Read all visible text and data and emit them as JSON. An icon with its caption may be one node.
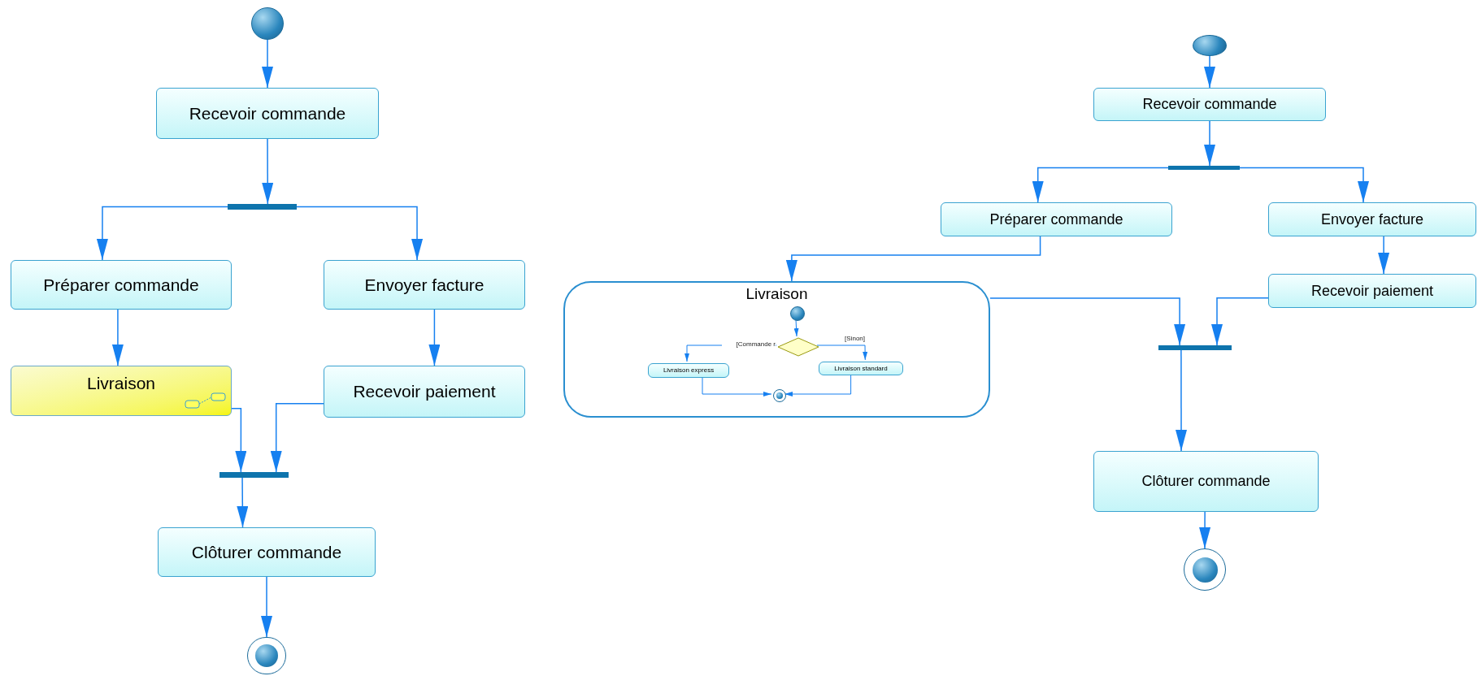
{
  "diagram": {
    "nodes": [
      {
        "text": [],
        "shape": "circle"
      },
      {
        "text": [
          "Recevoir commande"
        ]
      },
      {
        "text": [],
        "shape": "bar"
      },
      {
        "text": [
          "Préparer commande"
        ]
      },
      {
        "text": [
          "Envoyer facture"
        ]
      },
      {
        "text": [
          "Livraison"
        ]
      },
      {
        "text": [
          "Recevoir paiement"
        ]
      },
      {
        "text": [],
        "shape": "bar"
      },
      {
        "text": [
          "Clôturer commande"
        ]
      },
      {
        "text": [],
        "shape": "bullseye"
      },
      {
        "text": [],
        "shape": "circle"
      },
      {
        "text": [
          "Recevoir commande"
        ]
      },
      {
        "text": [],
        "shape": "bar"
      },
      {
        "text": [
          "Préparer commande"
        ]
      },
      {
        "text": [
          "Envoyer facture"
        ]
      },
      {
        "text": [
          "Livraison"
        ]
      },
      {
        "text": [],
        "shape": "circle",
        "in": 15
      },
      {
        "text": [],
        "shape": "diamond",
        "in": 15
      },
      {
        "text": [
          "Livraison express"
        ],
        "in": 15
      },
      {
        "text": [
          "Livraison standard"
        ],
        "in": 15
      },
      {
        "text": [],
        "shape": "bullseye",
        "in": 15
      },
      {
        "text": [
          "Recevoir paiement"
        ]
      },
      {
        "text": [],
        "shape": "bar"
      },
      {
        "text": [
          "Clôturer commande"
        ]
      },
      {
        "text": [],
        "shape": "bullseye"
      }
    ],
    "edges": [
      {
        "from": 0,
        "to": 1,
        "arrow": "to"
      },
      {
        "from": 1,
        "to": 2,
        "arrow": "to"
      },
      {
        "from": 2,
        "to": 3,
        "arrow": "to"
      },
      {
        "from": 2,
        "to": 4,
        "arrow": "to"
      },
      {
        "from": 3,
        "to": 5,
        "arrow": "to"
      },
      {
        "from": 4,
        "to": 6,
        "arrow": "to"
      },
      {
        "from": 5,
        "to": 7,
        "arrow": "to"
      },
      {
        "from": 6,
        "to": 7,
        "arrow": "to"
      },
      {
        "from": 7,
        "to": 8,
        "arrow": "to"
      },
      {
        "from": 8,
        "to": 9,
        "arrow": "to"
      },
      {
        "from": 10,
        "to": 11,
        "arrow": "to"
      },
      {
        "from": 11,
        "to": 12,
        "arrow": "to"
      },
      {
        "from": 12,
        "to": 13,
        "arrow": "to"
      },
      {
        "from": 12,
        "to": 14,
        "arrow": "to"
      },
      {
        "from": 13,
        "to": 15,
        "arrow": "to"
      },
      {
        "from": 14,
        "to": 21,
        "arrow": "to"
      },
      {
        "from": 15,
        "to": 22,
        "arrow": "to"
      },
      {
        "from": 21,
        "to": 22,
        "arrow": "to"
      },
      {
        "from": 22,
        "to": 23,
        "arrow": "to"
      },
      {
        "from": 23,
        "to": 24,
        "arrow": "to"
      },
      {
        "from": 16,
        "to": 17,
        "arrow": "to"
      },
      {
        "from": 17,
        "to": 18,
        "arrow": "to",
        "label": "[Commande r"
      },
      {
        "from": 17,
        "to": 19,
        "arrow": "to",
        "label": "[Sinon]"
      },
      {
        "from": 18,
        "to": 20,
        "arrow": "to"
      },
      {
        "from": 19,
        "to": 20,
        "arrow": "to"
      }
    ]
  }
}
